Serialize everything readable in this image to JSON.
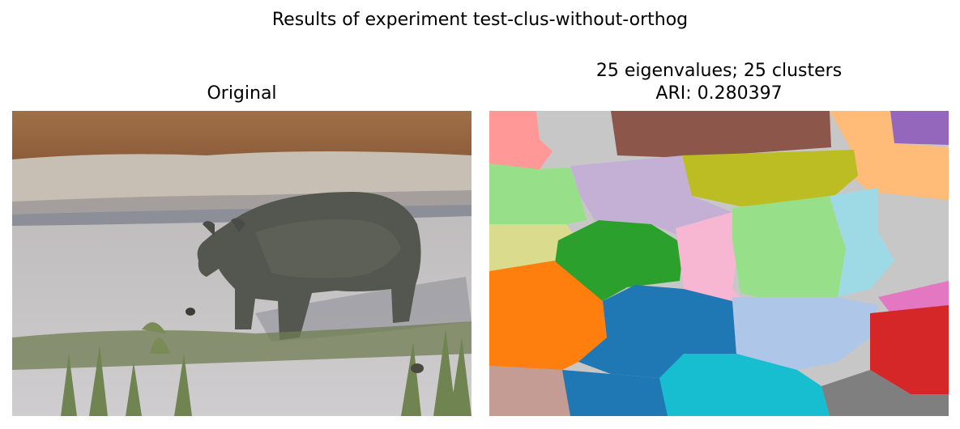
{
  "figure": {
    "suptitle": "Results of experiment test-clus-without-orthog"
  },
  "left_panel": {
    "title": "Original"
  },
  "right_panel": {
    "title_line1": "25 eigenvalues; 25 clusters",
    "title_line2": "ARI: 0.280397"
  },
  "colors": {
    "tab20": [
      "#1f77b4",
      "#aec7e8",
      "#ff7f0e",
      "#ffbb78",
      "#2ca02c",
      "#98df8a",
      "#d62728",
      "#ff9896",
      "#9467bd",
      "#c5b0d5",
      "#8c564b",
      "#c49c94",
      "#e377c2",
      "#f7b6d2",
      "#7f7f7f",
      "#c7c7c7",
      "#bcbd22",
      "#dbdb8d",
      "#17becf",
      "#9edae5"
    ]
  }
}
